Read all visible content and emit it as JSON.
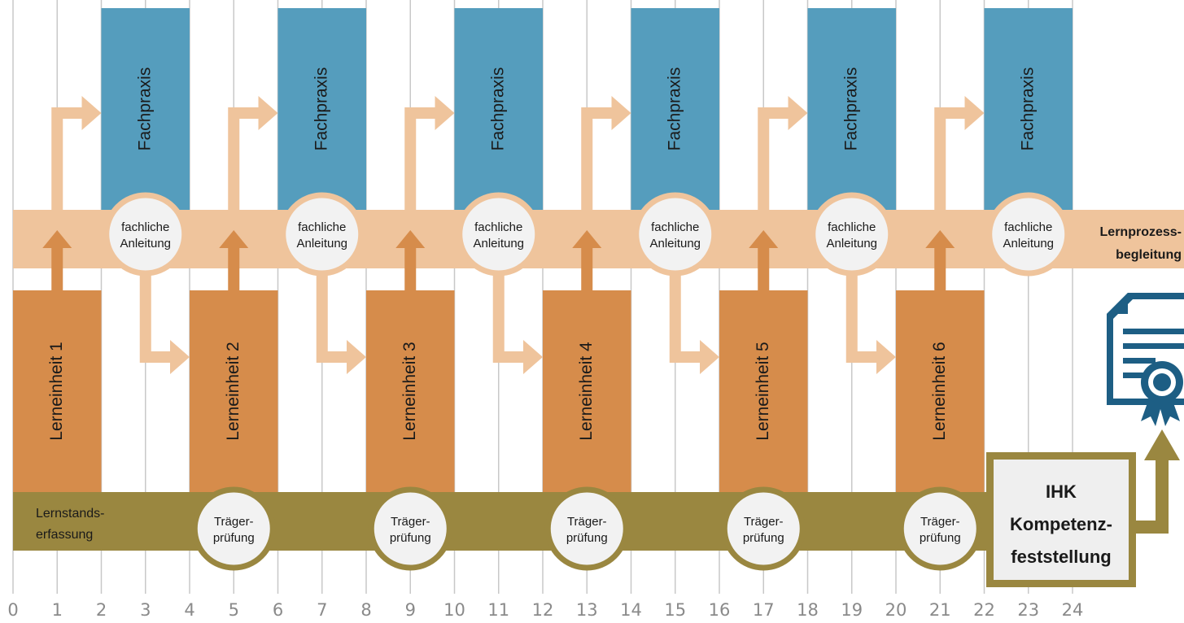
{
  "timeline": {
    "ticks": [
      "0",
      "1",
      "2",
      "3",
      "4",
      "5",
      "6",
      "7",
      "8",
      "9",
      "10",
      "11",
      "12",
      "13",
      "14",
      "15",
      "16",
      "17",
      "18",
      "19",
      "20",
      "21",
      "22",
      "23",
      "24"
    ]
  },
  "fachpraxis_blocks": [
    {
      "label": "Fachpraxis",
      "start": 2,
      "end": 4
    },
    {
      "label": "Fachpraxis",
      "start": 6,
      "end": 8
    },
    {
      "label": "Fachpraxis",
      "start": 10,
      "end": 12
    },
    {
      "label": "Fachpraxis",
      "start": 14,
      "end": 16
    },
    {
      "label": "Fachpraxis",
      "start": 18,
      "end": 20
    },
    {
      "label": "Fachpraxis",
      "start": 22,
      "end": 24
    }
  ],
  "lerneinheit_blocks": [
    {
      "label": "Lerneinheit 1",
      "start": 0,
      "end": 2
    },
    {
      "label": "Lerneinheit 2",
      "start": 4,
      "end": 6
    },
    {
      "label": "Lerneinheit 3",
      "start": 8,
      "end": 10
    },
    {
      "label": "Lerneinheit 4",
      "start": 12,
      "end": 14
    },
    {
      "label": "Lerneinheit 5",
      "start": 16,
      "end": 18
    },
    {
      "label": "Lerneinheit 6",
      "start": 20,
      "end": 22
    }
  ],
  "anleitung_circles": [
    {
      "line1": "fachliche",
      "line2": "Anleitung",
      "at": 3
    },
    {
      "line1": "fachliche",
      "line2": "Anleitung",
      "at": 7
    },
    {
      "line1": "fachliche",
      "line2": "Anleitung",
      "at": 11
    },
    {
      "line1": "fachliche",
      "line2": "Anleitung",
      "at": 15
    },
    {
      "line1": "fachliche",
      "line2": "Anleitung",
      "at": 19
    },
    {
      "line1": "fachliche",
      "line2": "Anleitung",
      "at": 23
    }
  ],
  "pruefung_circles": [
    {
      "line1": "Träger-",
      "line2": "prüfung",
      "at": 5
    },
    {
      "line1": "Träger-",
      "line2": "prüfung",
      "at": 9
    },
    {
      "line1": "Träger-",
      "line2": "prüfung",
      "at": 13
    },
    {
      "line1": "Träger-",
      "line2": "prüfung",
      "at": 17
    },
    {
      "line1": "Träger-",
      "line2": "prüfung",
      "at": 21
    }
  ],
  "lernprozess_band": {
    "line1": "Lernprozess-",
    "line2": "begleitung"
  },
  "lernstand_band": {
    "line1": "Lernstands-",
    "line2": "erfassung"
  },
  "ihk_box": {
    "line1": "IHK",
    "line2": "Kompetenz-",
    "line3": "feststellung"
  },
  "icons": {
    "certificate": "certificate-icon"
  },
  "colors": {
    "fachpraxis": "#559dbd",
    "lerneinheit": "#d68c4b",
    "lernprozess_band": "#efc49c",
    "lernstand_band": "#9a8740",
    "circle_fill": "#f2f2f2",
    "arrow_light": "#efc49c",
    "arrow_dark": "#d68c4b",
    "certificate": "#1d5e84",
    "grid": "#c8c8c8"
  }
}
